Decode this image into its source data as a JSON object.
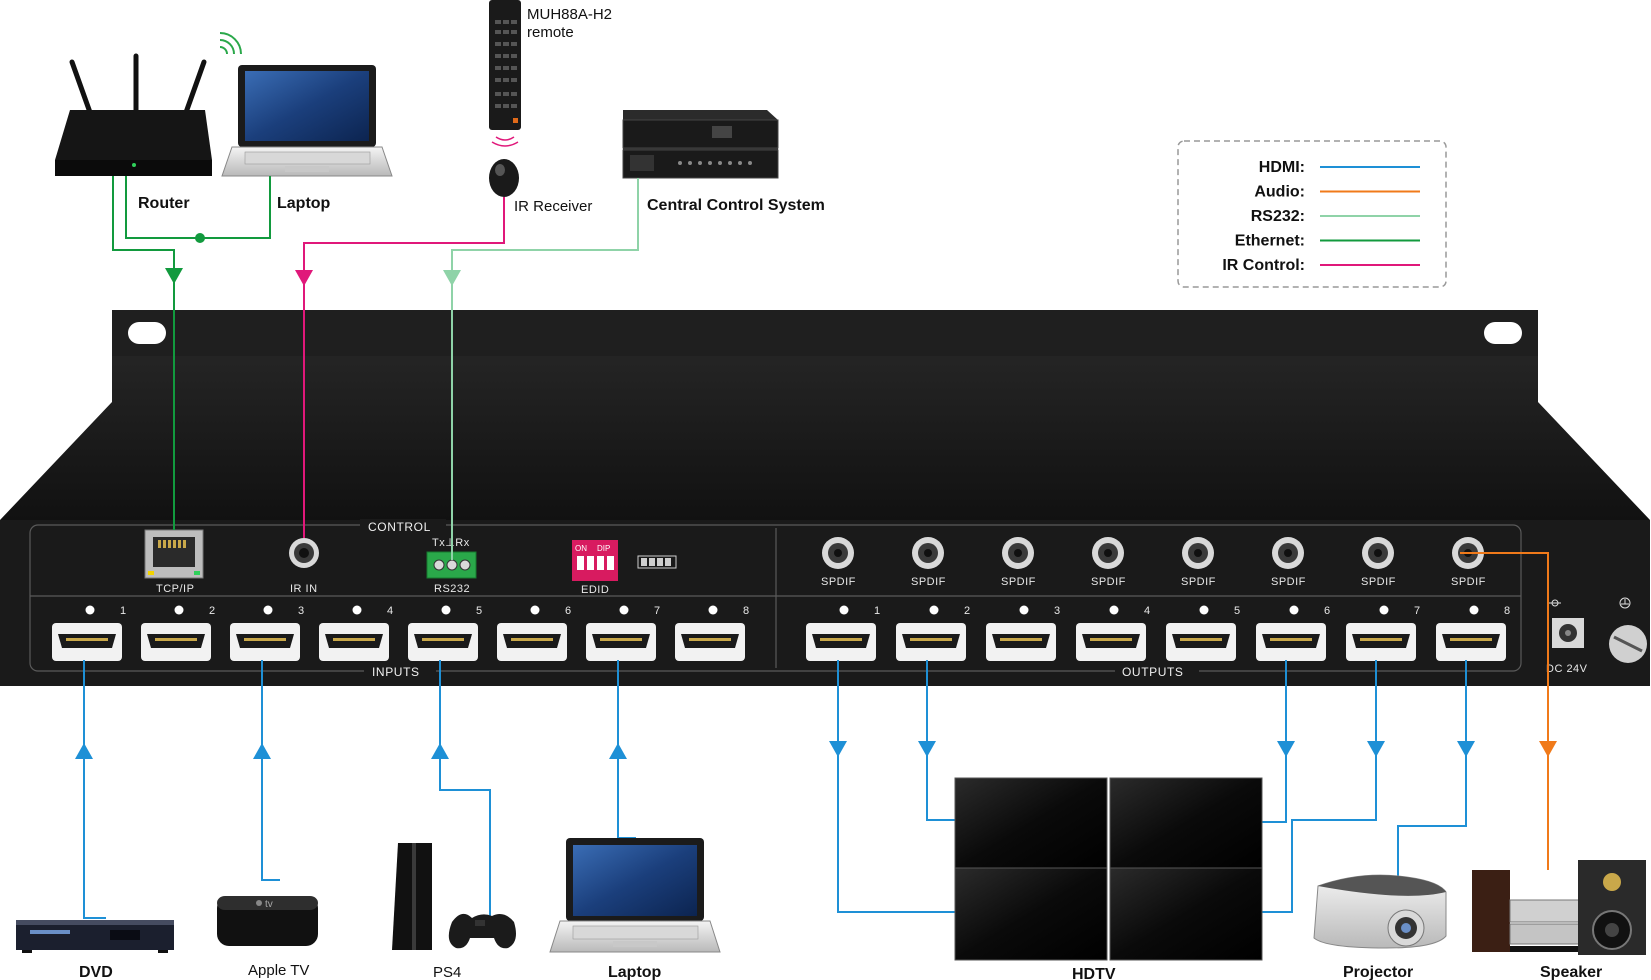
{
  "labels": {
    "remote": [
      "MUH88A-H2",
      "remote"
    ],
    "router": "Router",
    "laptop_top": "Laptop",
    "ir_receiver": "IR Receiver",
    "central_control": "Central Control System",
    "dvd": "DVD",
    "apple_tv": "Apple TV",
    "ps4": "PS4",
    "laptop_bottom": "Laptop",
    "hdtv": "HDTV",
    "projector": "Projector",
    "speaker": "Speaker"
  },
  "legend": [
    {
      "label": "HDMI:",
      "color": "#1e90d6"
    },
    {
      "label": "Audio:",
      "color": "#f07a1a"
    },
    {
      "label": "RS232:",
      "color": "#8fd3a8"
    },
    {
      "label": "Ethernet:",
      "color": "#129a3e"
    },
    {
      "label": "IR Control:",
      "color": "#e0187a"
    }
  ],
  "panel": {
    "control_title": "CONTROL",
    "tcpip": "TCP/IP",
    "ir_in": "IR IN",
    "rs232": "RS232",
    "txrx": "Tx⊥Rx",
    "edid": "EDID",
    "dip_on": "ON",
    "dip_dip": "DIP",
    "inputs_title": "INPUTS",
    "outputs_title": "OUTPUTS",
    "spdif": "SPDIF",
    "dc": "DC 24V",
    "port_numbers": [
      "1",
      "2",
      "3",
      "4",
      "5",
      "6",
      "7",
      "8"
    ]
  },
  "colors": {
    "hdmi": "#1e90d6",
    "audio": "#f07a1a",
    "rs232": "#8fd3a8",
    "ethernet": "#129a3e",
    "ir": "#e0187a",
    "device_body": "#1c1c1c",
    "panel_face": "#1a1a1a"
  },
  "icons": [
    "router-icon",
    "laptop-icon",
    "remote-icon",
    "ir-receiver-icon",
    "control-system-icon",
    "dvd-player-icon",
    "apple-tv-icon",
    "ps4-icon",
    "video-wall-icon",
    "projector-icon",
    "speaker-icon",
    "hdmi-port-icon",
    "spdif-port-icon",
    "rj45-port-icon",
    "ground-icon"
  ]
}
